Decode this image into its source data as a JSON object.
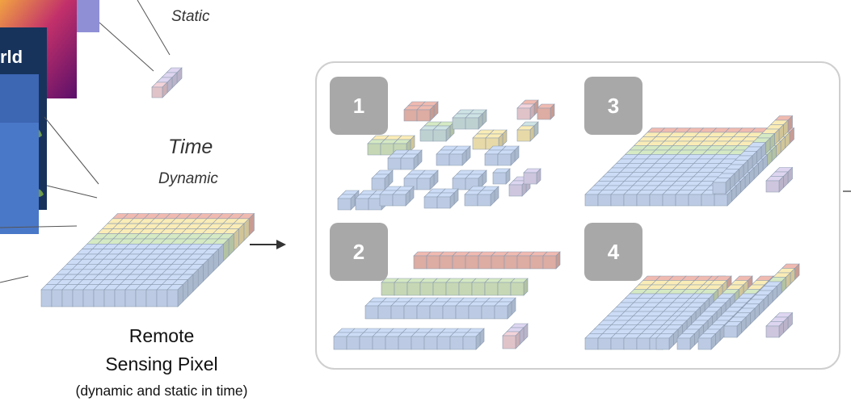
{
  "left": {
    "map_text": "rld",
    "static_label": "Static",
    "time_label": "Time",
    "dynamic_label": "Dynamic",
    "caption_line1": "Remote",
    "caption_line2": "Sensing Pixel",
    "caption_line3": "(dynamic and static in time)"
  },
  "panel": {
    "badges": [
      "1",
      "2",
      "3",
      "4"
    ]
  },
  "colors": {
    "red": "#e9b5ab",
    "yellow": "#f3e5b1",
    "green": "#cfe2bd",
    "blue": "#c6d6ef",
    "teal": "#c8dcdc",
    "purple": "#d8d0ea",
    "pink": "#eccdd4",
    "badge": "#a8a8a8"
  }
}
